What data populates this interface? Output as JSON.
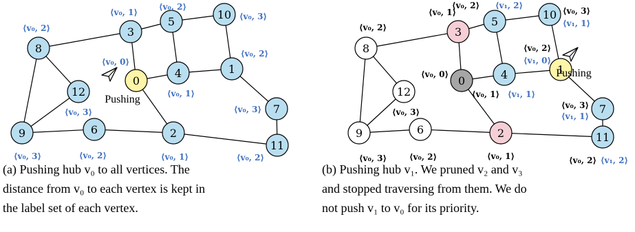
{
  "panels": [
    {
      "id": "a",
      "pushing_label": "Pushing",
      "nodes": [
        {
          "id": "0",
          "kind": "hub"
        },
        {
          "id": "1",
          "kind": "visited"
        },
        {
          "id": "2",
          "kind": "visited"
        },
        {
          "id": "3",
          "kind": "visited"
        },
        {
          "id": "4",
          "kind": "visited"
        },
        {
          "id": "5",
          "kind": "visited"
        },
        {
          "id": "6",
          "kind": "visited"
        },
        {
          "id": "7",
          "kind": "visited"
        },
        {
          "id": "8",
          "kind": "visited"
        },
        {
          "id": "9",
          "kind": "visited"
        },
        {
          "id": "10",
          "kind": "visited"
        },
        {
          "id": "11",
          "kind": "visited"
        },
        {
          "id": "12",
          "kind": "visited"
        }
      ],
      "edges": [
        [
          "3",
          "5"
        ],
        [
          "5",
          "10"
        ],
        [
          "3",
          "8"
        ],
        [
          "3",
          "0"
        ],
        [
          "5",
          "4"
        ],
        [
          "10",
          "1"
        ],
        [
          "0",
          "4"
        ],
        [
          "4",
          "1"
        ],
        [
          "8",
          "12"
        ],
        [
          "8",
          "9"
        ],
        [
          "12",
          "9"
        ],
        [
          "9",
          "6"
        ],
        [
          "6",
          "2"
        ],
        [
          "2",
          "11"
        ],
        [
          "0",
          "2"
        ],
        [
          "1",
          "7"
        ],
        [
          "7",
          "11"
        ]
      ],
      "labels": [
        {
          "node": "3",
          "lines": [
            {
              "text": "⟨v₀, 1⟩",
              "color": "blue"
            }
          ]
        },
        {
          "node": "5",
          "lines": [
            {
              "text": "⟨v₀, 2⟩",
              "color": "blue"
            }
          ]
        },
        {
          "node": "10",
          "lines": [
            {
              "text": "⟨v₀, 3⟩",
              "color": "blue"
            }
          ]
        },
        {
          "node": "8",
          "lines": [
            {
              "text": "⟨v₀, 2⟩",
              "color": "blue"
            }
          ]
        },
        {
          "node": "0",
          "lines": [
            {
              "text": "⟨v₀, 0⟩",
              "color": "blue"
            }
          ]
        },
        {
          "node": "1",
          "lines": [
            {
              "text": "⟨v₀, 2⟩",
              "color": "blue"
            }
          ]
        },
        {
          "node": "4",
          "lines": [
            {
              "text": "⟨v₀, 1⟩",
              "color": "blue"
            }
          ]
        },
        {
          "node": "12",
          "lines": [
            {
              "text": "⟨v₀, 3⟩",
              "color": "blue"
            }
          ]
        },
        {
          "node": "7",
          "lines": [
            {
              "text": "⟨v₀, 3⟩",
              "color": "blue"
            }
          ]
        },
        {
          "node": "9",
          "lines": [
            {
              "text": "⟨v₀, 3⟩",
              "color": "blue"
            }
          ]
        },
        {
          "node": "6",
          "lines": [
            {
              "text": "⟨v₀, 2⟩",
              "color": "blue"
            }
          ]
        },
        {
          "node": "2",
          "lines": [
            {
              "text": "⟨v₀, 1⟩",
              "color": "blue"
            }
          ]
        },
        {
          "node": "11",
          "lines": [
            {
              "text": "⟨v₀, 2⟩",
              "color": "blue"
            }
          ]
        }
      ],
      "caption_lines": [
        "(a) Pushing hub v₀ to all vertices. The",
        "distance from v₀ to each vertex is kept in",
        "the label set of each vertex."
      ]
    },
    {
      "id": "b",
      "pushing_label": "Pushing",
      "nodes": [
        {
          "id": "0",
          "kind": "done"
        },
        {
          "id": "1",
          "kind": "hub"
        },
        {
          "id": "2",
          "kind": "pruned"
        },
        {
          "id": "3",
          "kind": "pruned"
        },
        {
          "id": "4",
          "kind": "visited"
        },
        {
          "id": "5",
          "kind": "visited"
        },
        {
          "id": "6",
          "kind": "unvisited"
        },
        {
          "id": "7",
          "kind": "visited"
        },
        {
          "id": "8",
          "kind": "unvisited"
        },
        {
          "id": "9",
          "kind": "unvisited"
        },
        {
          "id": "10",
          "kind": "visited"
        },
        {
          "id": "11",
          "kind": "visited"
        },
        {
          "id": "12",
          "kind": "unvisited"
        }
      ],
      "edges": [
        [
          "3",
          "5"
        ],
        [
          "5",
          "10"
        ],
        [
          "3",
          "8"
        ],
        [
          "3",
          "0"
        ],
        [
          "5",
          "4"
        ],
        [
          "10",
          "1"
        ],
        [
          "0",
          "4"
        ],
        [
          "4",
          "1"
        ],
        [
          "8",
          "12"
        ],
        [
          "8",
          "9"
        ],
        [
          "12",
          "9"
        ],
        [
          "9",
          "6"
        ],
        [
          "6",
          "2"
        ],
        [
          "2",
          "11"
        ],
        [
          "0",
          "2"
        ],
        [
          "1",
          "7"
        ],
        [
          "7",
          "11"
        ]
      ],
      "labels": [
        {
          "node": "3",
          "lines": [
            {
              "text": "⟨v₀, 1⟩",
              "color": "black"
            }
          ]
        },
        {
          "node": "5",
          "lines": [
            {
              "text": "⟨v₀, 2⟩",
              "color": "black"
            },
            {
              "text": "⟨v₁, 2⟩",
              "color": "blue"
            }
          ]
        },
        {
          "node": "10",
          "lines": [
            {
              "text": "⟨v₀, 3⟩",
              "color": "black"
            },
            {
              "text": "⟨v₁, 1⟩",
              "color": "blue"
            }
          ]
        },
        {
          "node": "8",
          "lines": [
            {
              "text": "⟨v₀, 2⟩",
              "color": "black"
            }
          ]
        },
        {
          "node": "1",
          "lines": [
            {
              "text": "⟨v₀, 2⟩",
              "color": "black"
            },
            {
              "text": "⟨v₁, 0⟩",
              "color": "blue"
            }
          ]
        },
        {
          "node": "0",
          "lines": [
            {
              "text": "⟨v₀, 0⟩",
              "color": "black"
            }
          ]
        },
        {
          "node": "4",
          "lines": [
            {
              "text": "⟨v₀, 1⟩",
              "color": "black"
            },
            {
              "text": "⟨v₁, 1⟩",
              "color": "blue"
            }
          ]
        },
        {
          "node": "12",
          "lines": [
            {
              "text": "⟨v₀, 3⟩",
              "color": "black"
            }
          ]
        },
        {
          "node": "7",
          "lines": [
            {
              "text": "⟨v₀, 3⟩",
              "color": "black"
            },
            {
              "text": "⟨v₁, 1⟩",
              "color": "blue"
            }
          ]
        },
        {
          "node": "9",
          "lines": [
            {
              "text": "⟨v₀, 3⟩",
              "color": "black"
            }
          ]
        },
        {
          "node": "6",
          "lines": [
            {
              "text": "⟨v₀, 2⟩",
              "color": "black"
            }
          ]
        },
        {
          "node": "2",
          "lines": [
            {
              "text": "⟨v₀, 1⟩",
              "color": "black"
            }
          ]
        },
        {
          "node": "11",
          "lines": [
            {
              "text": "⟨v₀, 2⟩",
              "color": "black"
            },
            {
              "text": "⟨v₁, 2⟩",
              "color": "blue"
            }
          ]
        }
      ],
      "caption_lines": [
        "(b) Pushing hub v₁. We pruned v₂ and v₃",
        "and stopped traversing from them. We do",
        "not push v₁ to v₀ for its priority."
      ]
    }
  ],
  "colors": {
    "visited": "#b8def0",
    "hub": "#fff5a8",
    "pruned": "#f6cfd6",
    "done": "#a6a6a6",
    "unvisited": "#ffffff",
    "label_blue": "#3f6fc0",
    "label_black": "#000000"
  }
}
